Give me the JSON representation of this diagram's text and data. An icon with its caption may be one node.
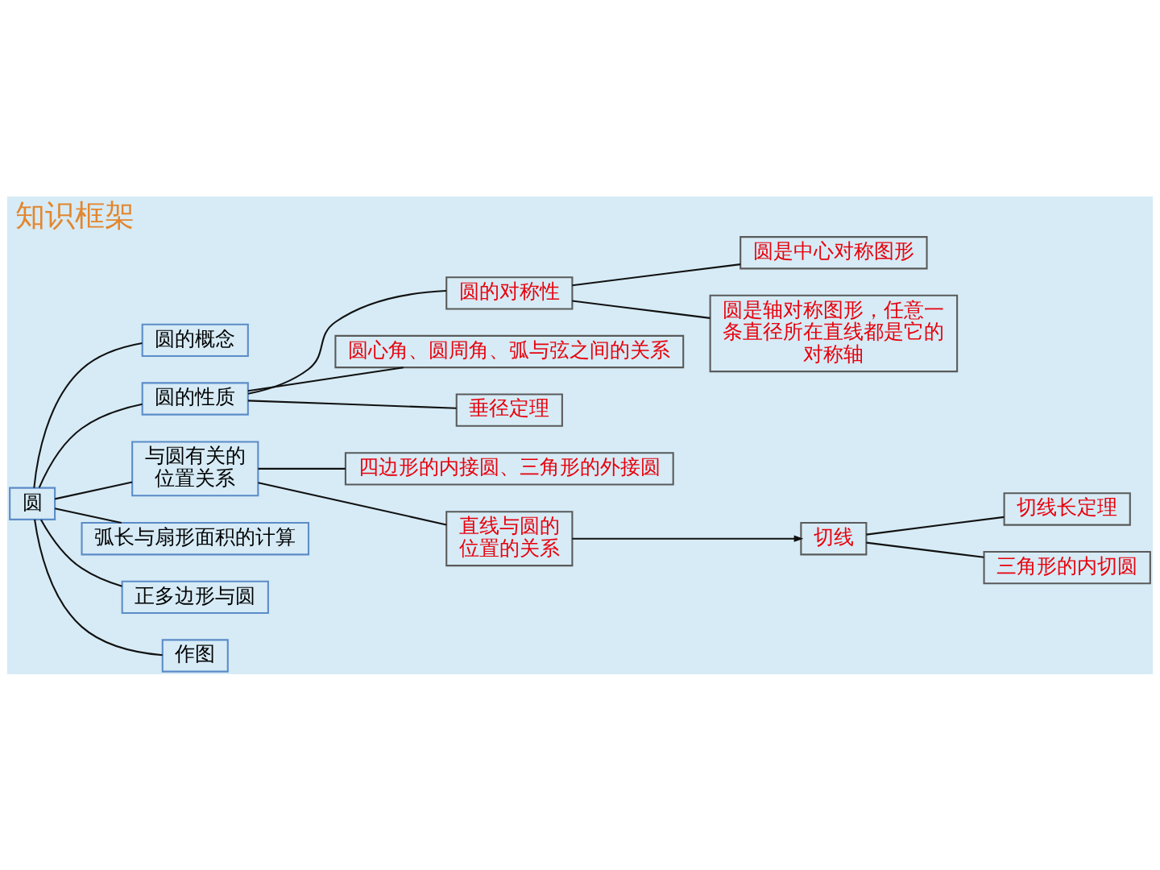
{
  "diagram": {
    "title": "知识框架",
    "nodes": [
      {
        "text": [
          "圆"
        ]
      },
      {
        "text": [
          "圆的概念"
        ]
      },
      {
        "text": [
          "圆的性质"
        ]
      },
      {
        "text": [
          "与圆有关的位置关系"
        ]
      },
      {
        "text": [
          "弧长与扇形面积的计算"
        ]
      },
      {
        "text": [
          "正多边形与圆"
        ]
      },
      {
        "text": [
          "作图"
        ]
      },
      {
        "text": [
          "圆的对称性"
        ]
      },
      {
        "text": [
          "圆心角、圆周角、弧与弦之间的关系"
        ]
      },
      {
        "text": [
          "垂径定理"
        ]
      },
      {
        "text": [
          "圆是中心对称图形"
        ]
      },
      {
        "text": [
          "圆是轴对称图形，任意一条直径所在直线都是它的对称轴"
        ]
      },
      {
        "text": [
          "四边形的内接圆、三角形的外接圆"
        ]
      },
      {
        "text": [
          "直线与圆的位置的关系"
        ]
      },
      {
        "text": [
          "切线"
        ]
      },
      {
        "text": [
          "切线长定理"
        ]
      },
      {
        "text": [
          "三角形的内切圆"
        ]
      }
    ],
    "edges": [
      {
        "from": 0,
        "to": 1,
        "arrow": "none"
      },
      {
        "from": 0,
        "to": 2,
        "arrow": "none"
      },
      {
        "from": 0,
        "to": 3,
        "arrow": "none"
      },
      {
        "from": 0,
        "to": 4,
        "arrow": "none"
      },
      {
        "from": 0,
        "to": 5,
        "arrow": "none"
      },
      {
        "from": 0,
        "to": 6,
        "arrow": "none"
      },
      {
        "from": 2,
        "to": 7,
        "arrow": "none"
      },
      {
        "from": 2,
        "to": 8,
        "arrow": "none"
      },
      {
        "from": 2,
        "to": 9,
        "arrow": "none"
      },
      {
        "from": 7,
        "to": 10,
        "arrow": "none"
      },
      {
        "from": 7,
        "to": 11,
        "arrow": "none"
      },
      {
        "from": 3,
        "to": 12,
        "arrow": "none"
      },
      {
        "from": 3,
        "to": 13,
        "arrow": "none"
      },
      {
        "from": 13,
        "to": 14,
        "arrow": "to"
      },
      {
        "from": 14,
        "to": 15,
        "arrow": "none"
      },
      {
        "from": 14,
        "to": 16,
        "arrow": "none"
      }
    ]
  }
}
